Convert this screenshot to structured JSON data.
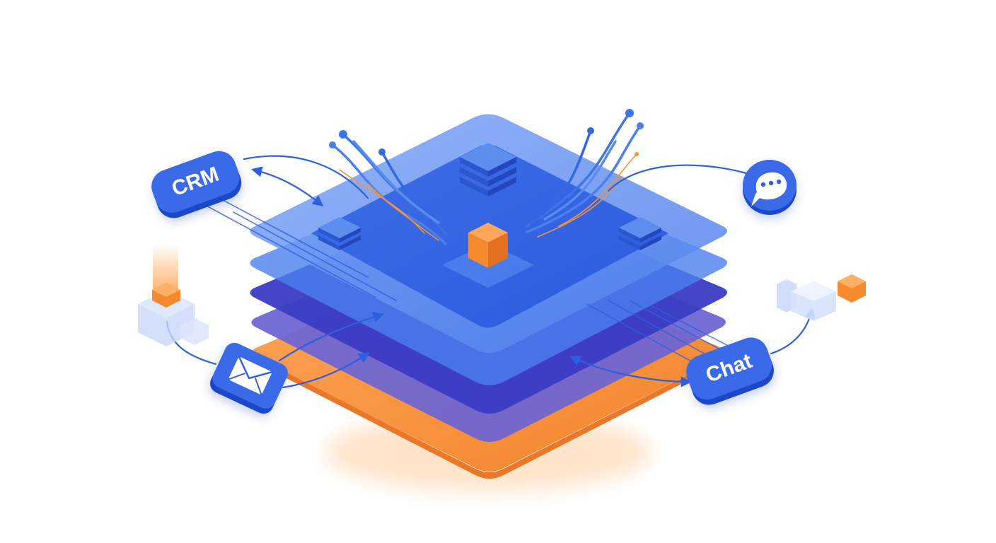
{
  "labels": {
    "crm": "CRM",
    "chat": "Chat"
  },
  "colors": {
    "primary_blue": "#2F62E6",
    "light_blue": "#7FA6F5",
    "indigo": "#3E3FC6",
    "violet": "#6A62CF",
    "orange": "#F5923A",
    "orange_light": "#FFB36B",
    "connector": "#2E5FE0"
  },
  "icons": {
    "crm_badge": "crm-badge",
    "chat_badge": "chat-badge",
    "mail": "envelope-icon",
    "chat_bubble": "speech-bubble-icon",
    "database_stacks": "database-stack-icon",
    "core_cube": "cube-icon"
  },
  "layers": [
    {
      "name": "top-platform",
      "color": "#6F9AF2"
    },
    {
      "name": "blue-layer",
      "color": "#3F72E8"
    },
    {
      "name": "indigo-layer",
      "color": "#3A3CC4"
    },
    {
      "name": "violet-layer",
      "color": "#6E66D2"
    },
    {
      "name": "orange-base",
      "color": "#F5923A"
    }
  ]
}
